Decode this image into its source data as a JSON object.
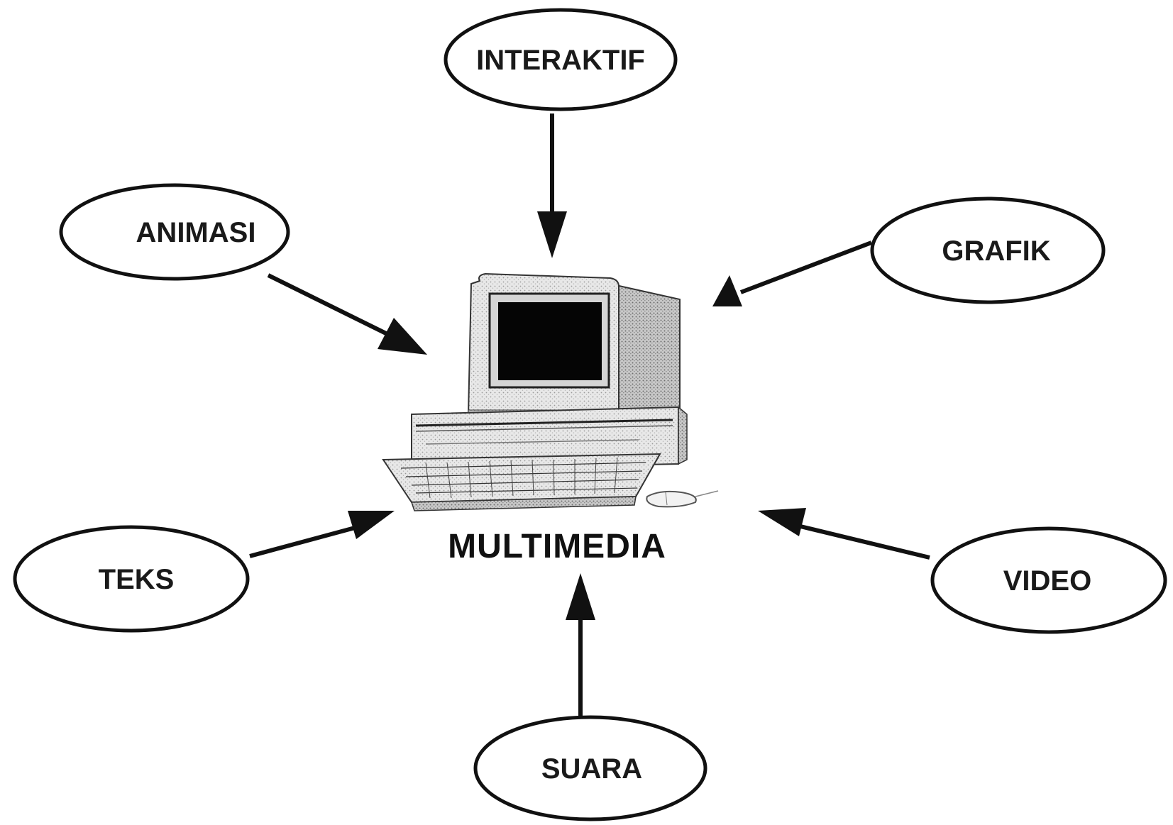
{
  "center": {
    "label": "MULTIMEDIA"
  },
  "nodes": {
    "interaktif": "INTERAKTIF",
    "animasi": "ANIMASI",
    "grafik": "GRAFIK",
    "teks": "TEKS",
    "video": "VIDEO",
    "suara": "SUARA"
  },
  "icons": {
    "computer": "computer-icon"
  }
}
